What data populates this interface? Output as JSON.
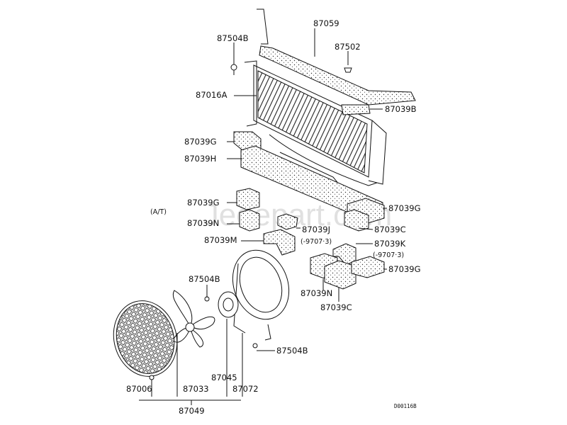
{
  "labels": {
    "p87059": "87059",
    "p87502": "87502",
    "p87504B_top": "87504B",
    "p87016A": "87016A",
    "p87039B": "87039B",
    "p87039G_a": "87039G",
    "p87039H": "87039H",
    "p87039G_b": "87039G",
    "p87039G_c": "87039G",
    "at": "(A/T)",
    "p87039N_a": "87039N",
    "p87039J": "87039J",
    "p87039J_code": "(-9707·3)",
    "p87039C_a": "87039C",
    "p87039M": "87039M",
    "p87039K": "87039K",
    "p87039K_code": "(-9707·3)",
    "p87039G_d": "87039G",
    "p87504B_mid": "87504B",
    "p87039N_b": "87039N",
    "p87039C_b": "87039C",
    "p87504B_low": "87504B",
    "p87006": "87006",
    "p87033": "87033",
    "p87045": "87045",
    "p87072": "87072",
    "p87049": "87049",
    "drawing_code": "D00116B",
    "watermark": "Jeeepart.com"
  }
}
